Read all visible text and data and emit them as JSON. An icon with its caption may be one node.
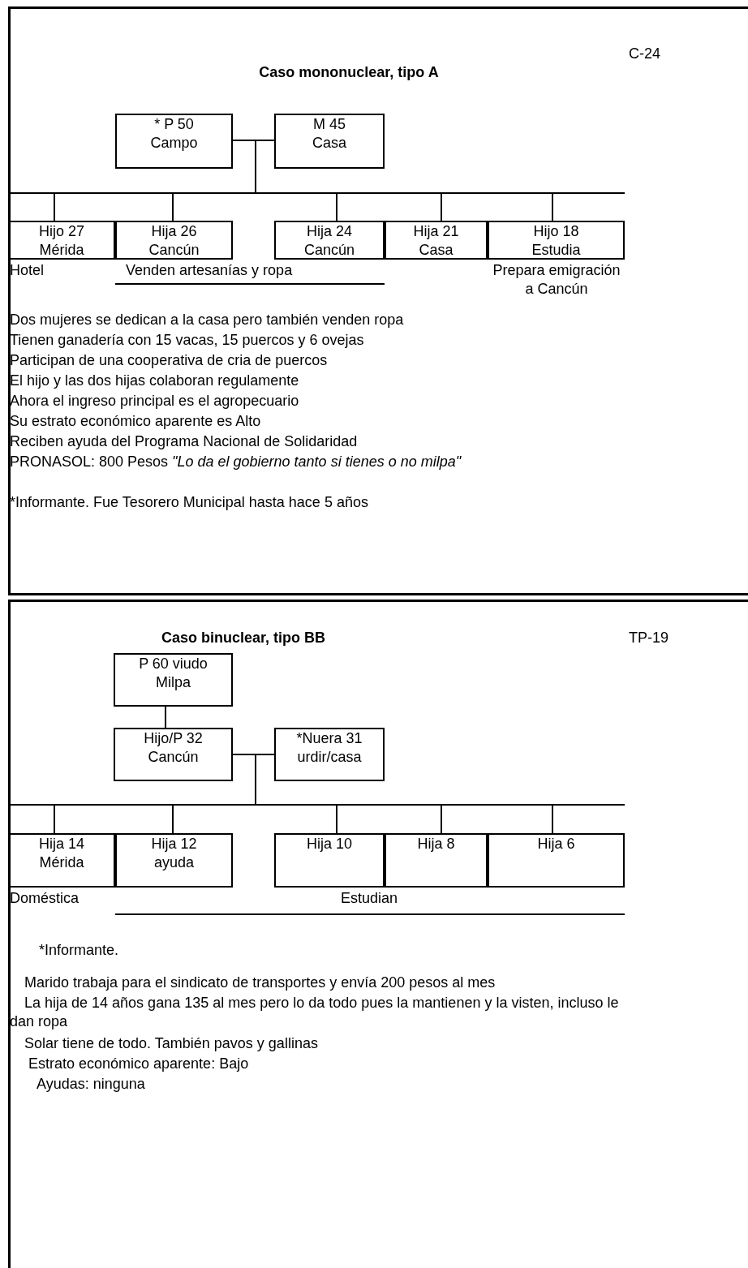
{
  "diagram": {
    "nodes": [
      {
        "text": [
          "C-24",
          "Caso mononuclear, tipo A"
        ]
      },
      {
        "text": [
          "* P 50",
          "Campo"
        ],
        "in": 0
      },
      {
        "text": [
          "M 45",
          "Casa"
        ],
        "in": 0
      },
      {
        "text": [
          "Hijo 27",
          "Mérida"
        ],
        "in": 0,
        "beside": [
          "Hotel"
        ]
      },
      {
        "text": [
          "Hija 26",
          "Cancún"
        ],
        "in": 0
      },
      {
        "text": [
          "Hija 24",
          "Cancún"
        ],
        "in": 0
      },
      {
        "text": [
          "Hija 21",
          "Casa"
        ],
        "in": 0
      },
      {
        "text": [
          "Hijo 18",
          "Estudia"
        ],
        "in": 0,
        "beside": [
          "Prepara emigración a Cancún"
        ]
      },
      {
        "text": [
          "Caso binuclear, tipo BB",
          "TP-19"
        ]
      },
      {
        "text": [
          "P 60 viudo",
          "Milpa"
        ],
        "in": 8
      },
      {
        "text": [
          "Hijo/P 32",
          "Cancún"
        ],
        "in": 8
      },
      {
        "text": [
          "*Nuera 31",
          "urdir/casa"
        ],
        "in": 8
      },
      {
        "text": [
          "Hija 14",
          "Mérida"
        ],
        "in": 8,
        "beside": [
          "Doméstica"
        ]
      },
      {
        "text": [
          "Hija 12",
          "ayuda"
        ],
        "in": 8
      },
      {
        "text": [
          "Hija 10"
        ],
        "in": 8
      },
      {
        "text": [
          "Hija 8"
        ],
        "in": 8
      },
      {
        "text": [
          "Hija 6"
        ],
        "in": 8
      }
    ],
    "edges": [
      {
        "from": 1,
        "to": 2,
        "arrow": "none"
      },
      {
        "from": 1,
        "to": 3,
        "arrow": "none"
      },
      {
        "from": 1,
        "to": 4,
        "arrow": "none"
      },
      {
        "from": 1,
        "to": 5,
        "arrow": "none"
      },
      {
        "from": 1,
        "to": 6,
        "arrow": "none"
      },
      {
        "from": 1,
        "to": 7,
        "arrow": "none"
      },
      {
        "from": 2,
        "to": 3,
        "arrow": "none"
      },
      {
        "from": 2,
        "to": 4,
        "arrow": "none"
      },
      {
        "from": 2,
        "to": 5,
        "arrow": "none"
      },
      {
        "from": 2,
        "to": 6,
        "arrow": "none"
      },
      {
        "from": 2,
        "to": 7,
        "arrow": "none"
      },
      {
        "from": 9,
        "to": 10,
        "arrow": "none"
      },
      {
        "from": 10,
        "to": 11,
        "arrow": "none"
      },
      {
        "from": 10,
        "to": 12,
        "arrow": "none"
      },
      {
        "from": 10,
        "to": 13,
        "arrow": "none"
      },
      {
        "from": 10,
        "to": 14,
        "arrow": "none"
      },
      {
        "from": 10,
        "to": 15,
        "arrow": "none"
      },
      {
        "from": 10,
        "to": 16,
        "arrow": "none"
      },
      {
        "from": 11,
        "to": 12,
        "arrow": "none"
      },
      {
        "from": 11,
        "to": 13,
        "arrow": "none"
      },
      {
        "from": 11,
        "to": 14,
        "arrow": "none"
      },
      {
        "from": 11,
        "to": 15,
        "arrow": "none"
      },
      {
        "from": 11,
        "to": 16,
        "arrow": "none"
      }
    ],
    "labels": [
      "Venden artesanías y ropa",
      "Dos mujeres se dedican a la casa pero también venden ropa",
      "Tienen ganadería con 15 vacas, 15 puercos y 6 ovejas",
      "Participan de una cooperativa de cria de puercos",
      "El hijo y las dos hijas colaboran regulamente",
      "Ahora el ingreso principal es el agropecuario",
      "Su estrato económico aparente es Alto",
      "Reciben ayuda del Programa Nacional de Solidaridad",
      "PRONASOL: 800 Pesos *\"Lo da el gobierno tanto si tienes o no milpa\"*",
      "*Informante. Fue Tesorero Municipal hasta hace 5 años",
      "Estudian",
      "*Informante.",
      "Marido trabaja para el sindicato de transportes y envía 200 pesos al mes",
      "La hija de 14 años gana 135 al mes pero lo da todo pues la mantienen y la visten, incluso le dan ropa",
      "Solar tiene de todo. También pavos y gallinas",
      "Estrato económico aparente: Bajo",
      "Ayudas: ninguna"
    ]
  }
}
